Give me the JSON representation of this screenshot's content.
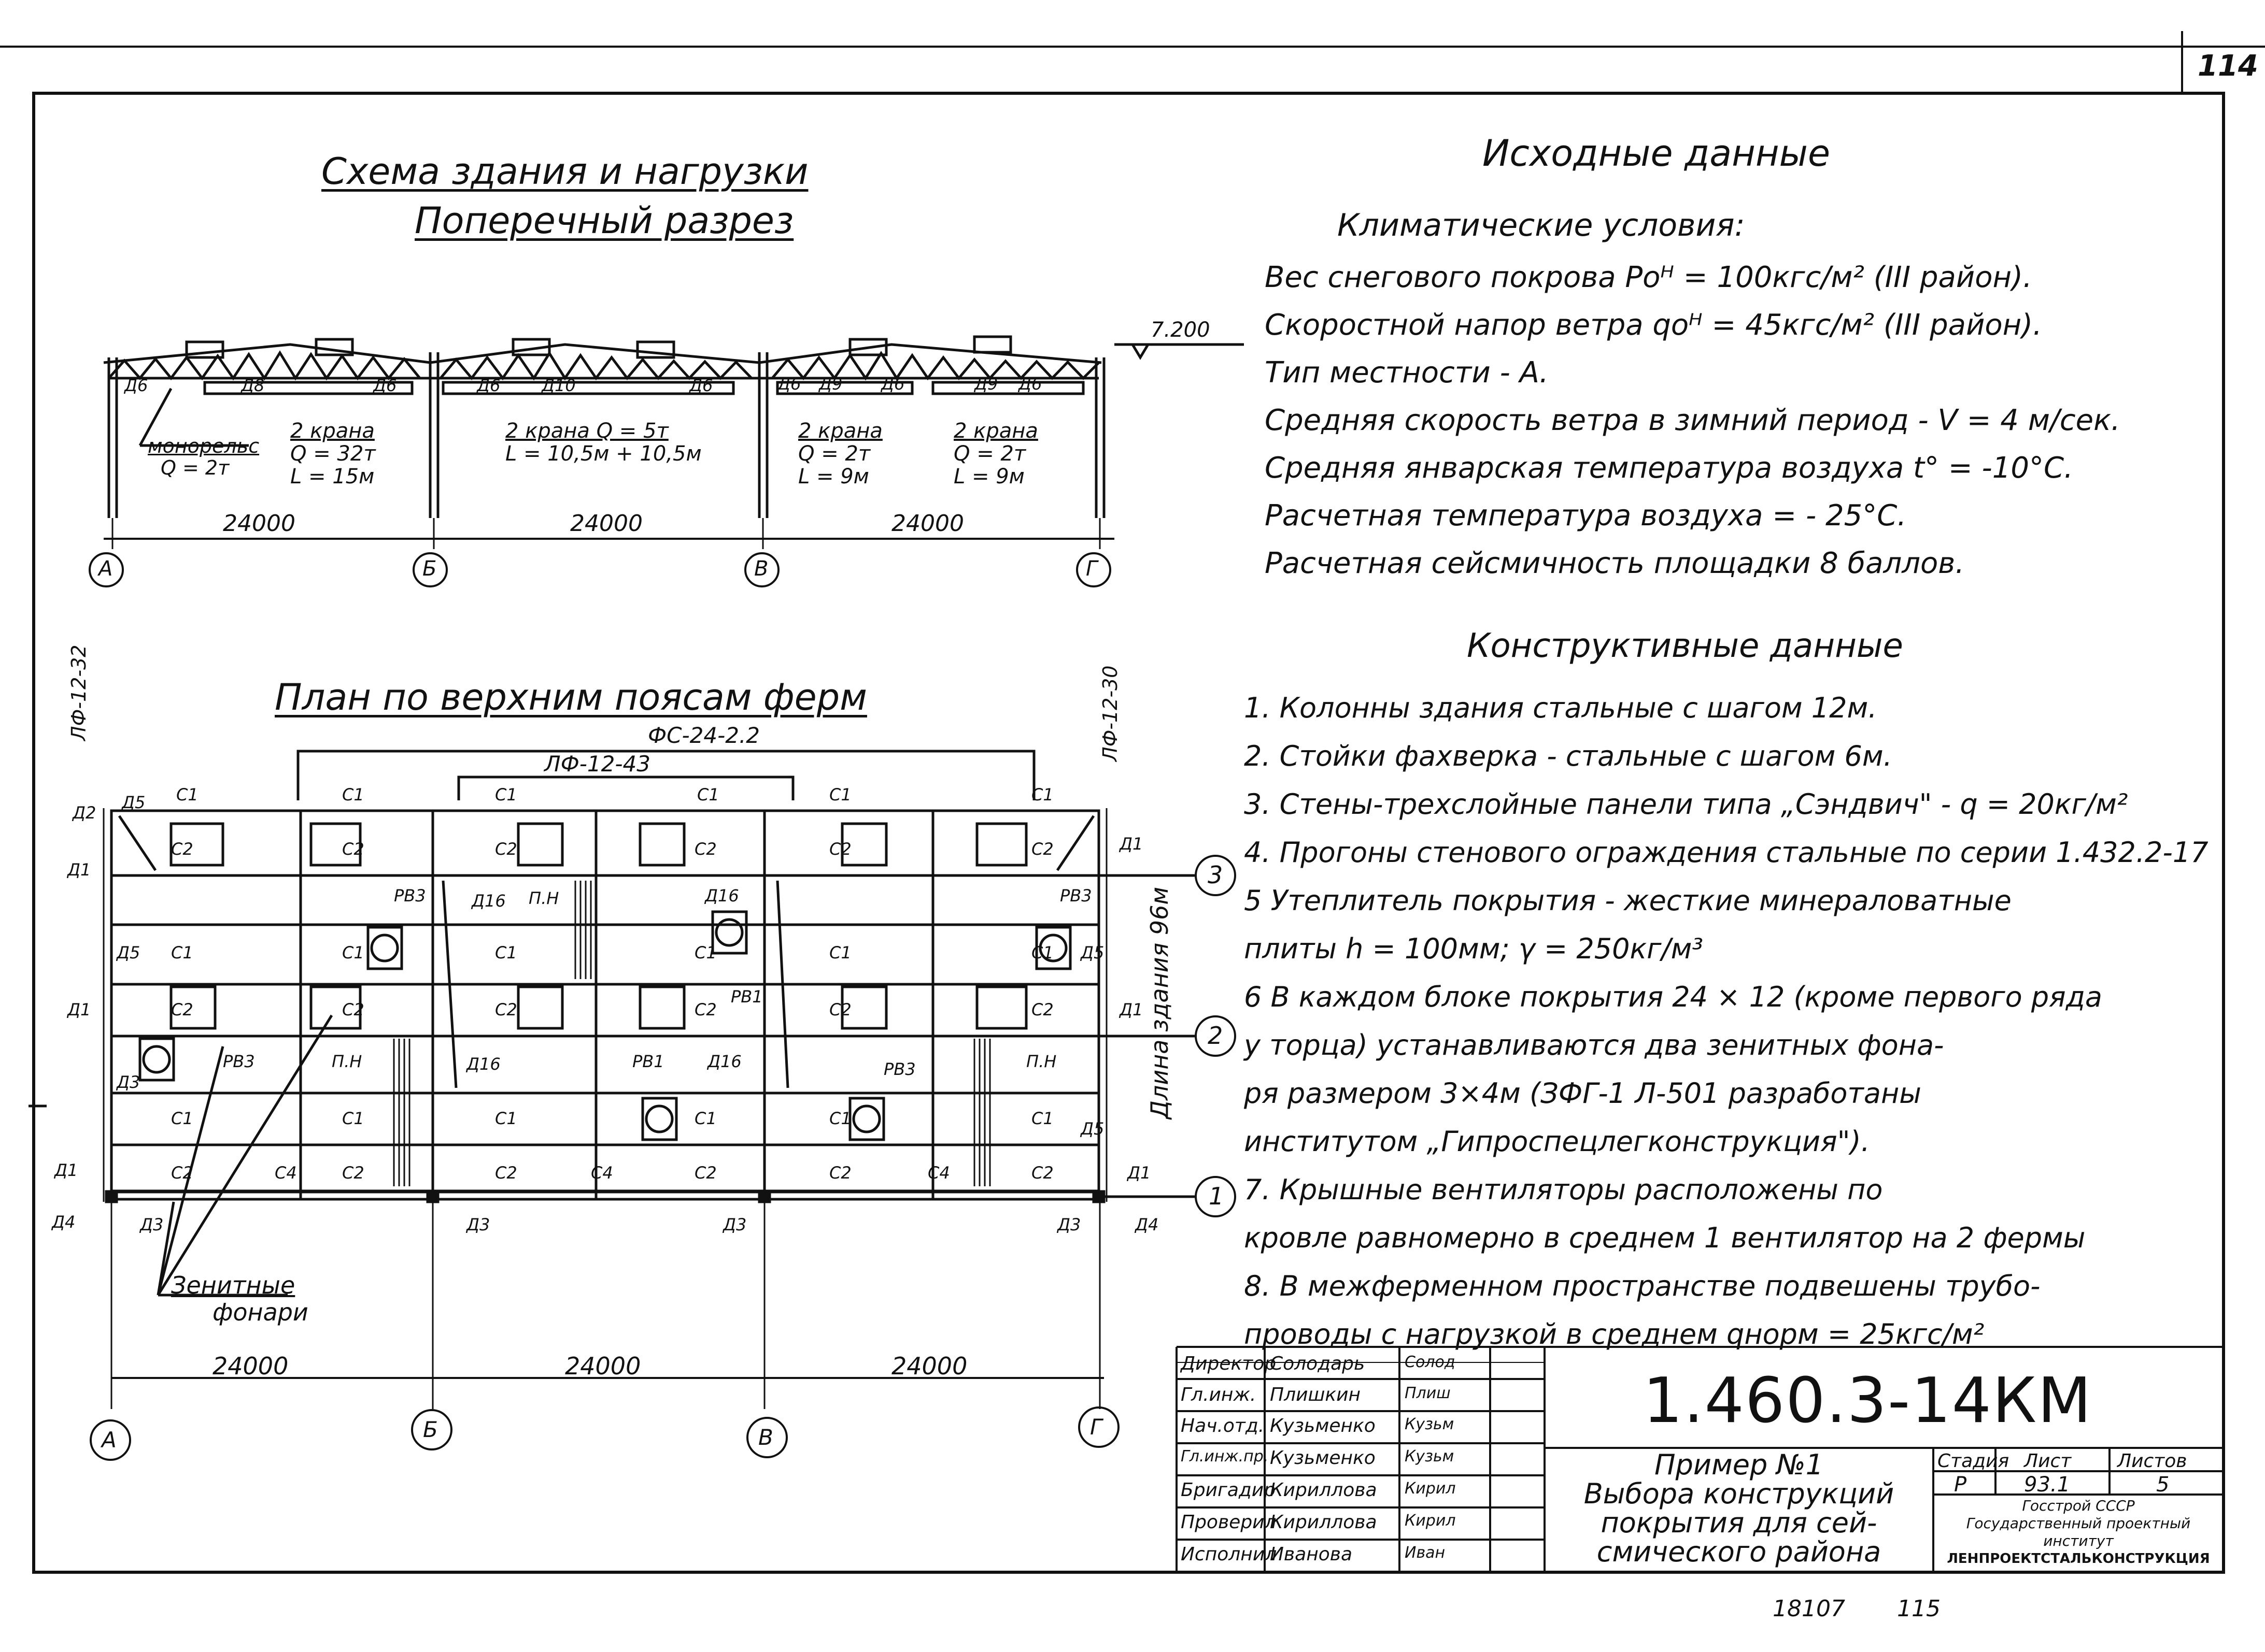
{
  "sheet": {
    "page_number": "114",
    "bottom_note_left": "18107",
    "bottom_note_right": "115"
  },
  "left_section": {
    "title": "Схема здания и нагрузки",
    "subtitle": "Поперечный разрез",
    "plan_title": "План по верхним поясам ферм",
    "elevation_mark": "7.200",
    "crane_labels": [
      {
        "line1": "монорельс",
        "line2": "Q = 2т"
      },
      {
        "line1": "2 крана",
        "line2": "Q = 32т",
        "line3": "L = 15м"
      },
      {
        "line1": "2 крана Q = 5т",
        "line2": "L = 10,5м + 10,5м"
      },
      {
        "line1": "2 крана",
        "line2": "Q = 2т",
        "line3": "L = 9м"
      },
      {
        "line1": "2 крана",
        "line2": "Q = 2т",
        "line3": "L = 9м"
      }
    ],
    "span_dims": [
      "24000",
      "24000",
      "24000"
    ],
    "axes": [
      "А",
      "Б",
      "В",
      "Г"
    ],
    "row_axes": [
      "3",
      "2",
      "1"
    ],
    "plan_labels": {
      "fs": "ФС-24-2.2",
      "lf_top": "ЛФ-12-43",
      "lf_left": "ЛФ-12-32",
      "lf_right": "ЛФ-12-30",
      "length_label": "Длина здания 96м",
      "lights_label_1": "Зенитные",
      "lights_label_2": "фонари"
    },
    "member_tags": [
      "Д1",
      "Д2",
      "Д3",
      "Д4",
      "Д5",
      "Д6",
      "Д8",
      "Д9",
      "Д10",
      "Д16",
      "С1",
      "С2",
      "С4",
      "РВ1",
      "РВ3",
      "П.Н"
    ]
  },
  "right_section": {
    "title": "Исходные данные",
    "climatic_heading": "Климатические условия:",
    "climatic_lines": [
      "Вес снегового покрова  Роᴴ = 100кгс/м² (III район).",
      "Скоростной напор ветра  qоᴴ = 45кгс/м² (III район).",
      "Тип местности  -  А.",
      "Средняя скорость ветра  в зимний период - V = 4 м/сек.",
      "Средняя январская температура воздуха t° = -10°С.",
      "Расчетная  температура воздуха = - 25°С.",
      "Расчетная  сейсмичность площадки 8 баллов."
    ],
    "constructive_heading": "Конструктивные данные",
    "constructive_lines": [
      "1. Колонны здания стальные  с шагом 12м.",
      "2. Стойки фахверка - стальные  с шагом 6м.",
      "3. Стены-трехслойные панели типа „Сэндвич\" - q = 20кг/м²",
      "4. Прогоны стенового ограждения стальные по  серии 1.432.2-17",
      "5 Утеплитель покрытия - жесткие минераловатные",
      "   плиты h = 100мм;  γ = 250кг/м³",
      "6 В каждом блоке покрытия 24 × 12 (кроме первого ряда",
      "   у торца) устанавливаются два зенитных фона-",
      "   ря размером 3×4м (ЗФГ-1 Л-501 разработаны",
      "   институтом „Гипроспецлегконструкция\").",
      "7. Крышные вентиляторы       расположены  по",
      "   кровле равномерно  в среднем 1 вентилятор на 2 фермы",
      "8. В межферменном пространстве подвешены трубо-",
      "   проводы с нагрузкой  в среднем qнорм = 25кгс/м²"
    ]
  },
  "stamp": {
    "code": "1.460.3-14КМ",
    "rows": [
      {
        "role": "Директор",
        "name": "Солодарь",
        "sign": "Солод"
      },
      {
        "role": "Гл.инж.",
        "name": "Плишкин",
        "sign": "Плиш"
      },
      {
        "role": "Нач.отд.",
        "name": "Кузьменко",
        "sign": "Кузьм"
      },
      {
        "role": "Гл.инж.пр.",
        "name": "Кузьменко",
        "sign": "Кузьм"
      },
      {
        "role": "Бригадир",
        "name": "Кириллова",
        "sign": "Кирил"
      },
      {
        "role": "Проверил",
        "name": "Кириллова",
        "sign": "Кирил"
      },
      {
        "role": "Исполнил",
        "name": "Иванова",
        "sign": "Иван"
      }
    ],
    "description_lines": [
      "Пример №1",
      "Выбора конструкций",
      "покрытия для сей-",
      "смического района"
    ],
    "stage_header": "Стадия",
    "sheet_header": "Лист",
    "sheets_header": "Листов",
    "stage_value": "Р",
    "sheet_value": "93.1",
    "sheets_value": "5",
    "org_lines": [
      "Госстрой СССР",
      "Государственный проектный",
      "институт",
      "ЛЕНПРОЕКТСТАЛЬКОНСТРУКЦИЯ"
    ]
  }
}
